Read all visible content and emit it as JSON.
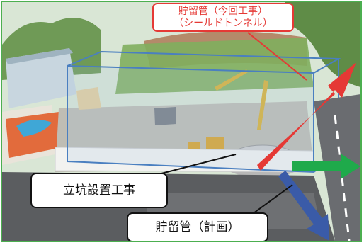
{
  "labels": {
    "tunnel_line1": "貯留管（今回工事）",
    "tunnel_line2": "（シールドトンネル）",
    "shaft": "立坑設置工事",
    "planned_pipe": "貯留管（計画）"
  },
  "colors": {
    "existing_pipe_arrow": "#e53935",
    "planned_arrow_green": "#1faa4b",
    "planned_arrow_blue": "#3a5ba8",
    "frame_border": "#4caf50"
  }
}
